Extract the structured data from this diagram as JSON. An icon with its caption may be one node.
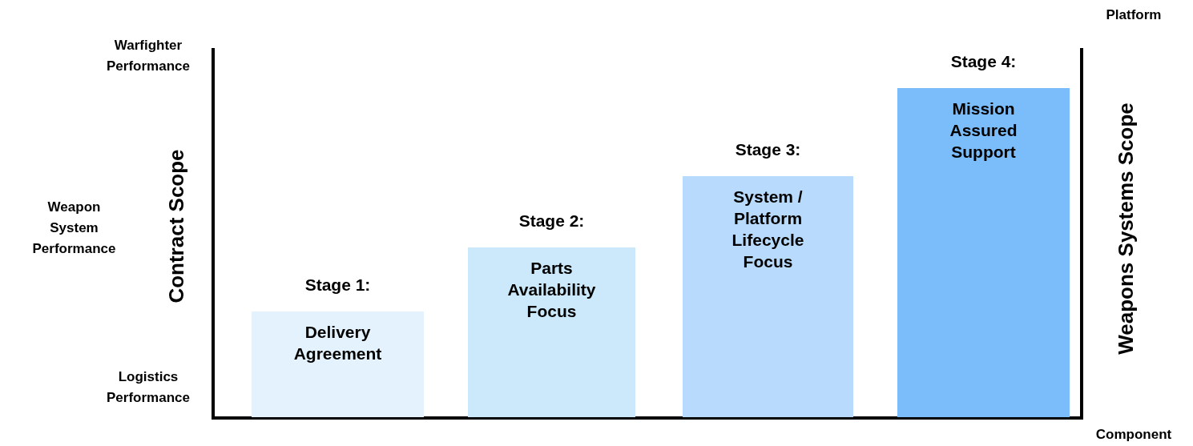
{
  "diagram": {
    "nodes": [
      {
        "text": [
          "Stage 1:",
          "Delivery Agreement"
        ]
      },
      {
        "text": [
          "Stage 2:",
          "Parts Availability Focus"
        ]
      },
      {
        "text": [
          "Stage 3:",
          "System / Platform Lifecycle Focus"
        ]
      },
      {
        "text": [
          "Stage 4:",
          "Mission Assured Support"
        ]
      }
    ],
    "labels": [
      "Platform",
      "Warfighter Performance",
      "Weapon System Performance",
      "Logistics Performance",
      "Contract Scope",
      "Weapons Systems Scope",
      "Component"
    ]
  }
}
